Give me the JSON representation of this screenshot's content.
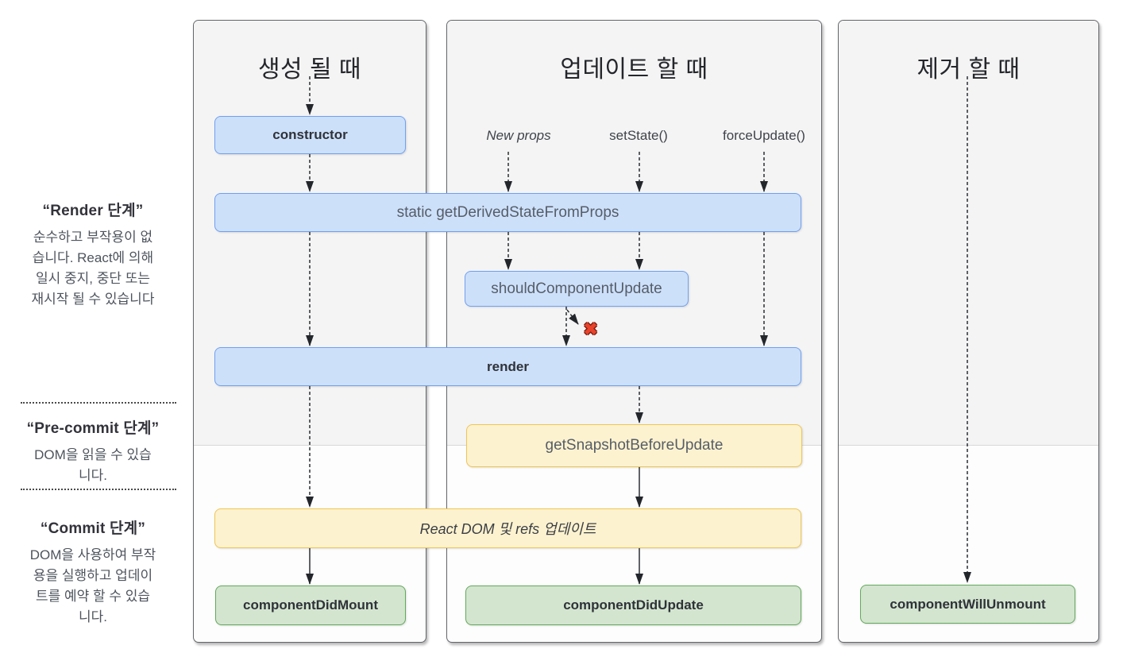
{
  "sidebar": {
    "render_phase": {
      "title": "“Render 단계”",
      "lines": [
        "순수하고 부작용이 없",
        "습니다. React에 의해",
        "일시 중지, 중단 또는",
        "재시작 될 수 있습니다"
      ]
    },
    "pre_commit_phase": {
      "title": "“Pre-commit 단계”",
      "lines": [
        "DOM을 읽을 수 있습",
        "니다."
      ]
    },
    "commit_phase": {
      "title": "“Commit 단계”",
      "lines": [
        "DOM을 사용하여 부작",
        "용을 실행하고 업데이",
        "트를 예약 할 수 있습",
        "니다."
      ]
    }
  },
  "columns": [
    {
      "title": "생성 될 때"
    },
    {
      "title": "업데이트 할 때",
      "triggers": [
        "New props",
        "setState()",
        "forceUpdate()"
      ]
    },
    {
      "title": "제거 할 때"
    }
  ],
  "boxes": {
    "constructor_box": "constructor",
    "get_derived_state_from_props": "static getDerivedStateFromProps",
    "should_component_update": "shouldComponentUpdate",
    "render_box": "render",
    "get_snapshot_before_update": "getSnapshotBeforeUpdate",
    "react_dom_update": "React DOM 및 refs 업데이트",
    "component_did_mount": "componentDidMount",
    "component_did_update": "componentDidUpdate",
    "component_will_unmount": "componentWillUnmount"
  },
  "icons": {
    "cancel": "✖"
  },
  "colors": {
    "box_blue_fill": "#cde0fa",
    "box_blue_border": "#6fa0f2",
    "box_yellow_fill": "#fdf2cf",
    "box_yellow_border": "#efc654",
    "box_green_fill": "#d3e5cf",
    "box_green_border": "#63a95c",
    "shade_gray": "#f4f4f4",
    "arrow": "#2a2e33",
    "cancel_red": "#e8432b"
  }
}
